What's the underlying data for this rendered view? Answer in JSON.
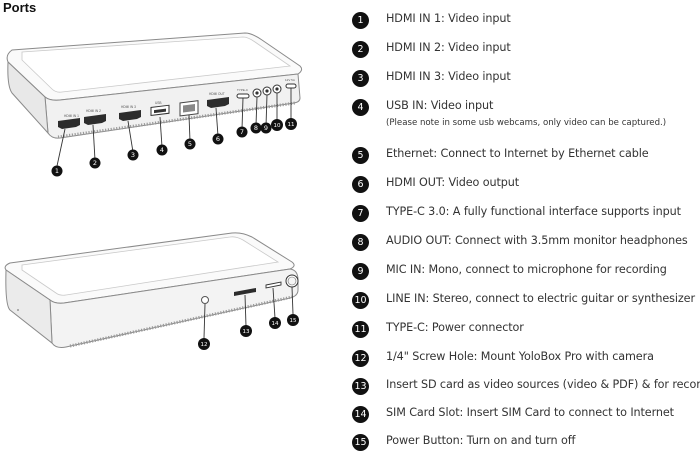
{
  "title": "Ports",
  "top_device": {
    "port_labels": [
      "HDMI IN 1",
      "HDMI IN 2",
      "HDMI IN 3",
      "USB",
      "HDMI OUT",
      "TYPE-C",
      "12V 5A"
    ],
    "callouts": [
      "1",
      "2",
      "3",
      "4",
      "5",
      "6",
      "7",
      "8",
      "9",
      "10",
      "11"
    ]
  },
  "bottom_device": {
    "callouts": [
      "12",
      "13",
      "14",
      "15"
    ]
  },
  "legend": [
    {
      "num": "1",
      "text": "HDMI IN 1: Video input"
    },
    {
      "num": "2",
      "text": "HDMI IN 2: Video input"
    },
    {
      "num": "3",
      "text": "HDMI IN 3: Video input"
    },
    {
      "num": "4",
      "text": "USB IN: Video input",
      "note": "(Please note in some usb webcams, only video can be captured.)"
    },
    {
      "num": "5",
      "text": "Ethernet: Connect to Internet by Ethernet cable"
    },
    {
      "num": "6",
      "text": "HDMI OUT: Video output"
    },
    {
      "num": "7",
      "text": "TYPE-C 3.0: A fully functional interface supports input"
    },
    {
      "num": "8",
      "text": "AUDIO OUT: Connect with 3.5mm monitor headphones"
    },
    {
      "num": "9",
      "text": "MIC IN: Mono, connect to microphone for recording"
    },
    {
      "num": "10",
      "text": "LINE IN: Stereo, connect to electric guitar or synthesizer"
    },
    {
      "num": "11",
      "text": "TYPE-C: Power connector"
    },
    {
      "num": "12",
      "text": "1/4\" Screw Hole: Mount YoloBox Pro with camera"
    },
    {
      "num": "13",
      "text": "Insert SD card as video sources (video & PDF) & for recording"
    },
    {
      "num": "14",
      "text": "SIM Card Slot: Insert SIM Card to connect to Internet"
    },
    {
      "num": "15",
      "text": "Power Button: Turn on and turn off"
    }
  ]
}
